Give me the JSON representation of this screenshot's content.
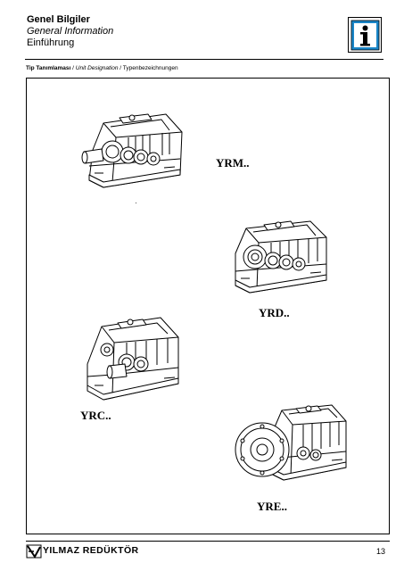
{
  "header": {
    "title_tr": "Genel Bilgiler",
    "title_en": "General Information",
    "title_de": "Einführung"
  },
  "subtitle": {
    "tr": "Tip Tanımlaması",
    "sep1": " / ",
    "en": "Unit Designation",
    "sep2": " / ",
    "de": "Typenbezeichnungen"
  },
  "units": [
    {
      "label": "YRM..",
      "image": "gearbox-yrm"
    },
    {
      "label": "YRD..",
      "image": "gearbox-yrd"
    },
    {
      "label": "YRC..",
      "image": "gearbox-yrc"
    },
    {
      "label": "YRE..",
      "image": "gearbox-yre"
    }
  ],
  "footer": {
    "logo_text": "YILMAZ REDÜKTÖR",
    "page_number": "13"
  },
  "icons": {
    "info": "info-icon",
    "logo": "yilmaz-logo-icon"
  }
}
